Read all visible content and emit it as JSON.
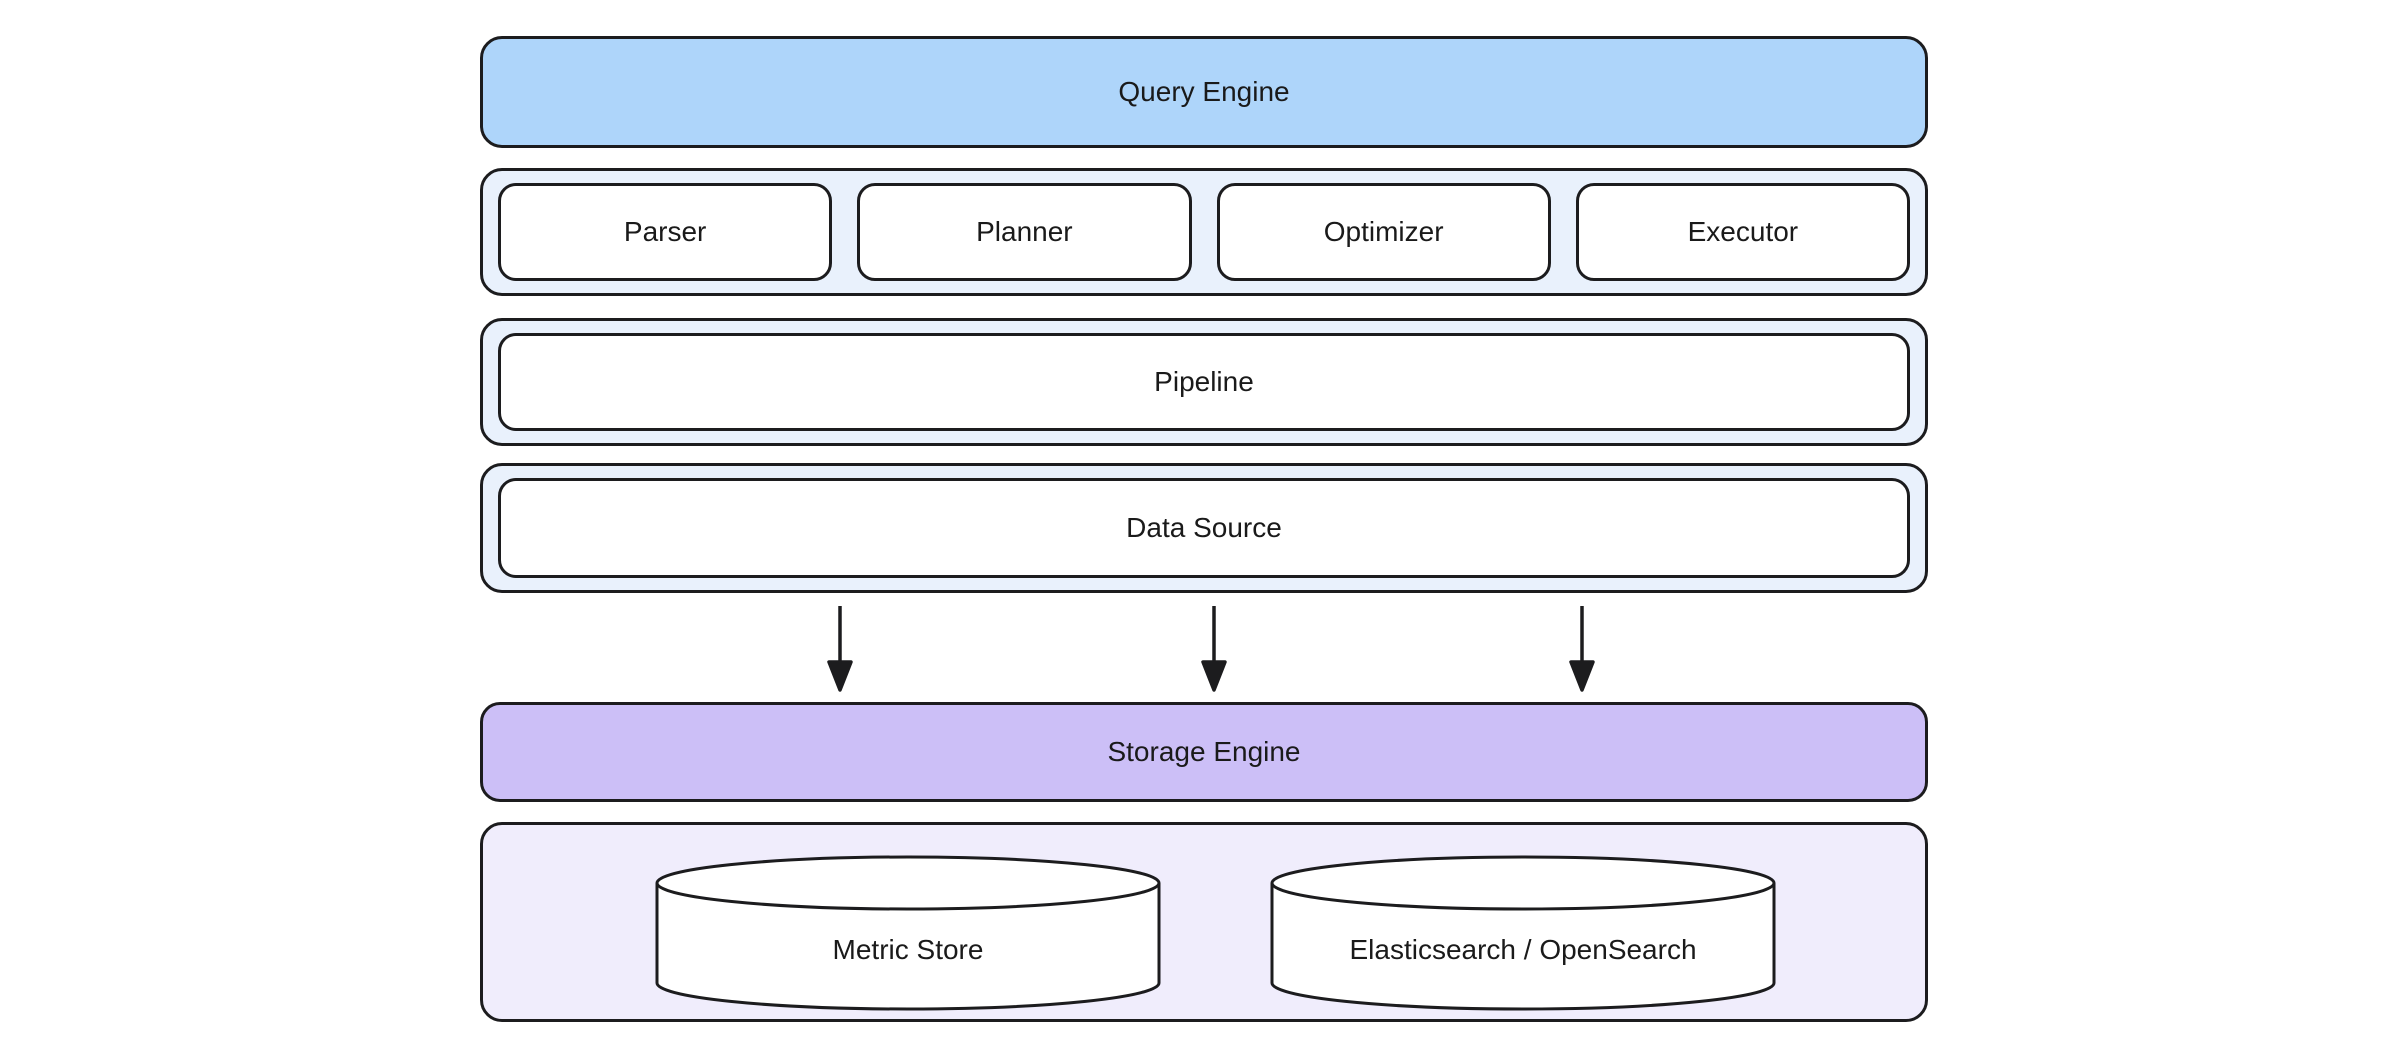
{
  "diagram": {
    "layers": {
      "query_engine": {
        "label": "Query Engine",
        "fill": "#AED5FA"
      },
      "query_components": {
        "fill": "#E9F1FC",
        "items": [
          {
            "label": "Parser"
          },
          {
            "label": "Planner"
          },
          {
            "label": "Optimizer"
          },
          {
            "label": "Executor"
          }
        ]
      },
      "pipeline": {
        "label": "Pipeline",
        "fill": "#E9F1FC"
      },
      "data_source": {
        "label": "Data Source",
        "fill": "#E9F1FC"
      },
      "storage_engine": {
        "label": "Storage Engine",
        "fill": "#CCBFF7"
      },
      "storage_backends": {
        "fill": "#F0EDFC",
        "items": [
          {
            "label": "Metric Store"
          },
          {
            "label": "Elasticsearch / OpenSearch"
          }
        ]
      }
    },
    "flow": {
      "arrow_count": 3,
      "direction": "down",
      "from": "Data Source",
      "to": "Storage Engine"
    },
    "colors": {
      "border": "#1C1C1E",
      "text": "#1A1A1A",
      "box_fill": "#FFFFFF",
      "canvas": "#FFFFFF"
    }
  }
}
